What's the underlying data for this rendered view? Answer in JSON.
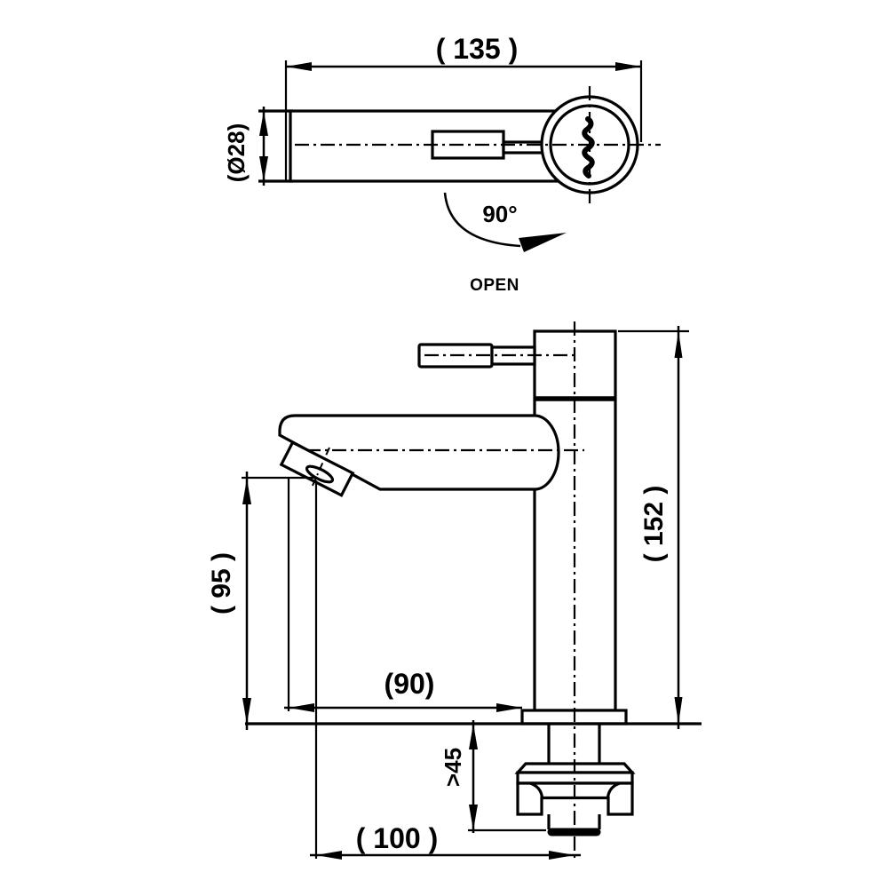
{
  "page": {
    "background": "#ffffff",
    "line_color": "#000000"
  },
  "top_view": {
    "description": "faucet plan view with rotating handle",
    "dim_length": "( 135 )",
    "dim_diameter": "(Ø28)",
    "rotation_angle": "90°",
    "open_label": "OPEN",
    "brand_logo": "script-mark-icon"
  },
  "side_view": {
    "description": "faucet elevation view with mounting hardware",
    "dim_total_height": "( 152 )",
    "dim_spout_height": "( 95 )",
    "dim_spout_reach": "(90)",
    "dim_min_deck_thickness": ">45",
    "dim_overall_reach": "( 100 )"
  }
}
